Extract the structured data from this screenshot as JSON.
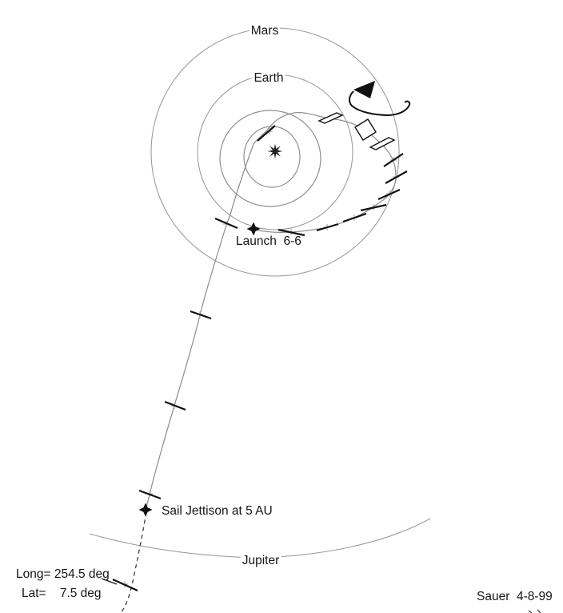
{
  "diagram": {
    "description": "Solar sail heliocentric trajectory plot",
    "orbit_labels": {
      "mars": "Mars",
      "earth": "Earth",
      "jupiter": "Jupiter"
    },
    "events": {
      "launch": "Launch  6-6",
      "sail_jettison": "Sail Jettison at 5 AU"
    },
    "departure_readout": {
      "longitude": "Long= 254.5 deg",
      "latitude": "Lat=    7.5 deg"
    },
    "credit": "Sauer  4-8-99",
    "markers": {
      "sun": "sun symbol at heliocenter",
      "launch_marker": "four-point diamond at launch",
      "jettison_marker": "four-point diamond at 5 AU",
      "sail_symbols": "three sail attitude outlines along spiral",
      "direction_arrow": "black curved arrow showing flight direction"
    },
    "colors": {
      "background": "#ffffff",
      "orbit_gray": "#9c9c9c",
      "trajectory_gray": "#8f8f8f",
      "ink_black": "#111111",
      "tick_cross_gray": "#b0b0b0"
    }
  }
}
